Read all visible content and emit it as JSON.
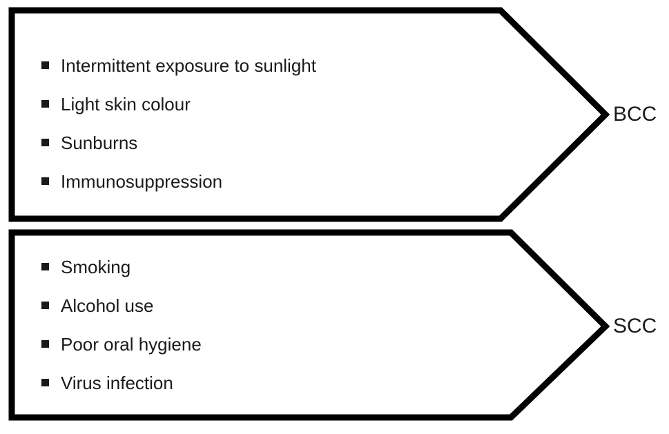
{
  "diagram": {
    "type": "arrow-flow",
    "background_color": "#ffffff",
    "stroke_color": "#000000",
    "text_color": "#1a1a1a",
    "groups": [
      {
        "id": "bcc-group",
        "bullet_icon": "filled-square-bullet",
        "items": [
          {
            "label": "Intermittent exposure to sunlight"
          },
          {
            "label": "Light skin colour"
          },
          {
            "label": "Sunburns"
          },
          {
            "label": "Immunosuppression"
          }
        ],
        "outcome": "BCC"
      },
      {
        "id": "scc-group",
        "bullet_icon": "filled-square-bullet",
        "items": [
          {
            "label": "Smoking"
          },
          {
            "label": "Alcohol use"
          },
          {
            "label": "Poor oral hygiene"
          },
          {
            "label": "Virus infection"
          }
        ],
        "outcome": "SCC"
      }
    ]
  }
}
